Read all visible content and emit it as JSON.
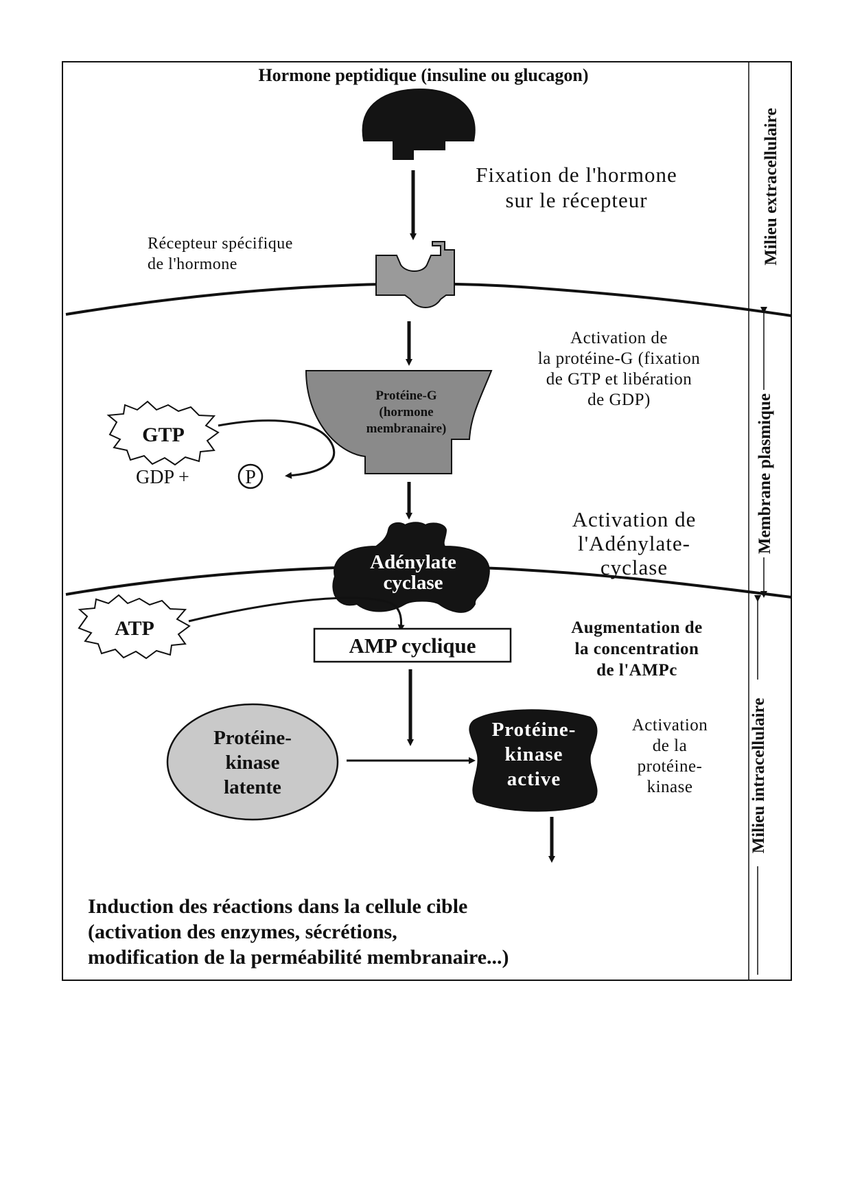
{
  "hormone": {
    "title": "Hormone peptidique (insuline ou glucagon)"
  },
  "steps": {
    "fixation_line1": "Fixation de l'hormone",
    "fixation_line2": "sur le récepteur",
    "gprotein_activation": [
      "Activation de",
      "la protéine-G (fixation",
      "de GTP et libération",
      "de GDP)"
    ],
    "adenylate_activation": [
      "Activation de",
      "l'Adénylate-",
      "cyclase"
    ],
    "ampc_increase": [
      "Augmentation de",
      "la concentration",
      "de l'AMPc"
    ],
    "kinase_activation": [
      "Activation",
      "de la",
      "protéine-",
      "kinase"
    ]
  },
  "receptor": {
    "label_line1": "Récepteur spécifique",
    "label_line2": "de l'hormone"
  },
  "g_protein": {
    "line1": "Protéine-G",
    "line2": "(hormone",
    "line3": "membranaire)"
  },
  "molecules": {
    "gtp": "GTP",
    "gdp": "GDP +",
    "phosphate": "P",
    "atp": "ATP"
  },
  "adenylate_cyclase": {
    "line1": "Adénylate",
    "line2": "cyclase"
  },
  "amp_cyclique": "AMP cyclique",
  "kinase_latent": [
    "Protéine-",
    "kinase",
    "latente"
  ],
  "kinase_active": [
    "Protéine-",
    "kinase",
    "active"
  ],
  "outcome": [
    "Induction des réactions dans la cellule cible",
    "(activation des enzymes, sécrétions,",
    "modification de la perméabilité membranaire...)"
  ],
  "side_labels": {
    "extracellular": "Milieu extracellulaire",
    "membrane": "Membrane plasmique",
    "intracellular": "Milieu intracellulaire"
  },
  "colors": {
    "ink": "#111111",
    "gprotein_fill": "#8a8a8a",
    "latent_kinase_fill": "#c9c9c9",
    "receptor_fill": "#9a9a9a",
    "dark_shape": "#141414"
  }
}
